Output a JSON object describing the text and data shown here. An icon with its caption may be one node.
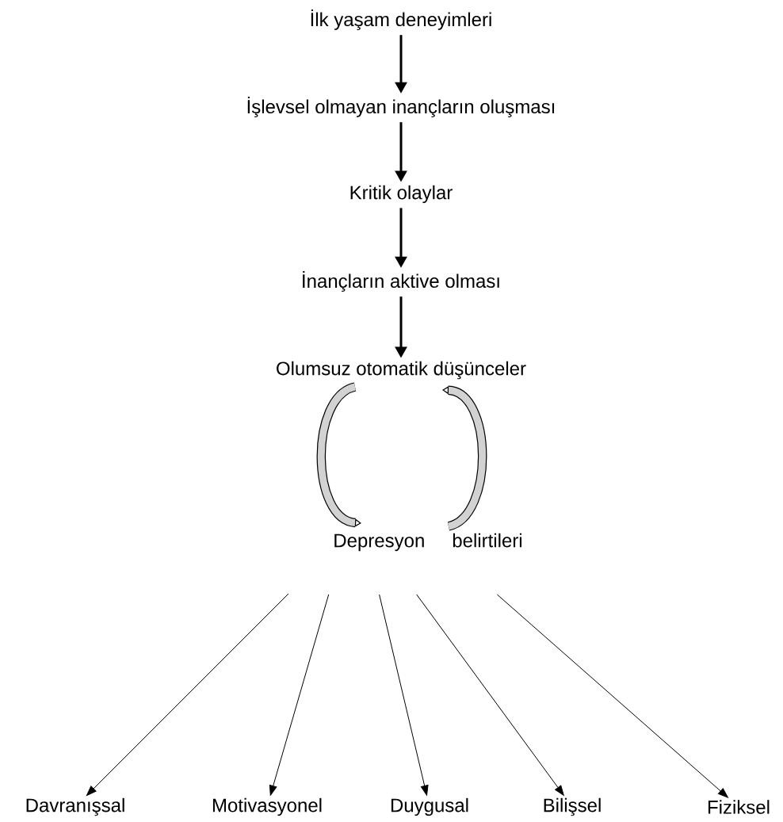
{
  "diagram": {
    "nodes": [
      {
        "text": [
          "İlk yaşam deneyimleri"
        ]
      },
      {
        "text": [
          "İşlevsel olmayan inançların oluşması"
        ]
      },
      {
        "text": [
          "Kritik olaylar"
        ]
      },
      {
        "text": [
          "İnançların aktive olması"
        ]
      },
      {
        "text": [
          "Olumsuz otomatik düşünceler"
        ]
      },
      {
        "text": [
          "Depresyon belirtileri"
        ]
      },
      {
        "text": [
          "Davranışsal"
        ]
      },
      {
        "text": [
          "Motivasyonel"
        ]
      },
      {
        "text": [
          "Duygusal"
        ]
      },
      {
        "text": [
          "Bilişsel"
        ]
      },
      {
        "text": [
          "Fiziksel"
        ]
      }
    ],
    "edges": [
      {
        "from": 0,
        "to": 1,
        "arrow": "to"
      },
      {
        "from": 1,
        "to": 2,
        "arrow": "to"
      },
      {
        "from": 2,
        "to": 3,
        "arrow": "to"
      },
      {
        "from": 3,
        "to": 4,
        "arrow": "to"
      },
      {
        "from": 4,
        "to": 5,
        "arrow": "to",
        "style": "thick"
      },
      {
        "from": 5,
        "to": 4,
        "arrow": "to",
        "style": "thick"
      },
      {
        "from": 5,
        "to": 6,
        "arrow": "to"
      },
      {
        "from": 5,
        "to": 7,
        "arrow": "to"
      },
      {
        "from": 5,
        "to": 8,
        "arrow": "to"
      },
      {
        "from": 5,
        "to": 9,
        "arrow": "to"
      },
      {
        "from": 5,
        "to": 10,
        "arrow": "to"
      }
    ]
  }
}
